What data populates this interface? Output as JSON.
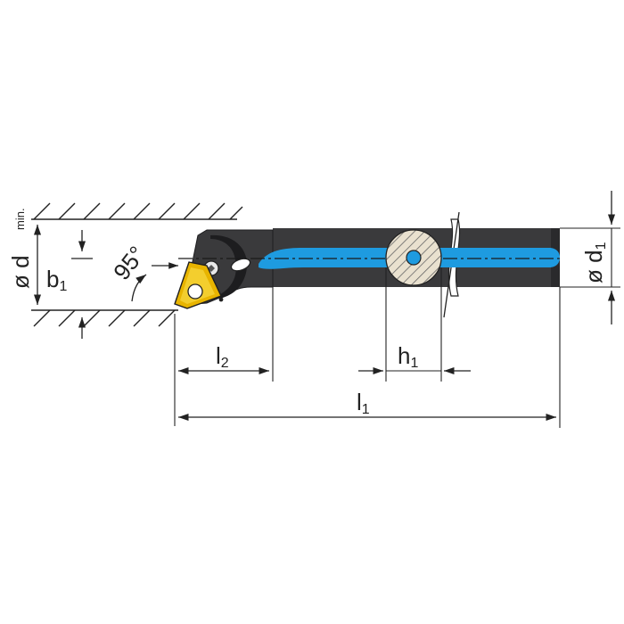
{
  "labels": {
    "bore_diameter": {
      "symbol": "ø d",
      "suffix": "min."
    },
    "height": {
      "main": "b",
      "sub": "1"
    },
    "angle": "95°",
    "head_length": {
      "main": "l",
      "sub": "2"
    },
    "clamp_position": {
      "main": "h",
      "sub": "1"
    },
    "overall_length": {
      "main": "l",
      "sub": "1"
    },
    "shank_diameter": {
      "symbol": "ø d",
      "sub": "1"
    }
  },
  "colors": {
    "body": "#3a3a3c",
    "body_dark": "#2a2a2c",
    "coolant": "#1e9be0",
    "insert": "#e8b400",
    "line": "#222222",
    "hatch": "#777777"
  }
}
